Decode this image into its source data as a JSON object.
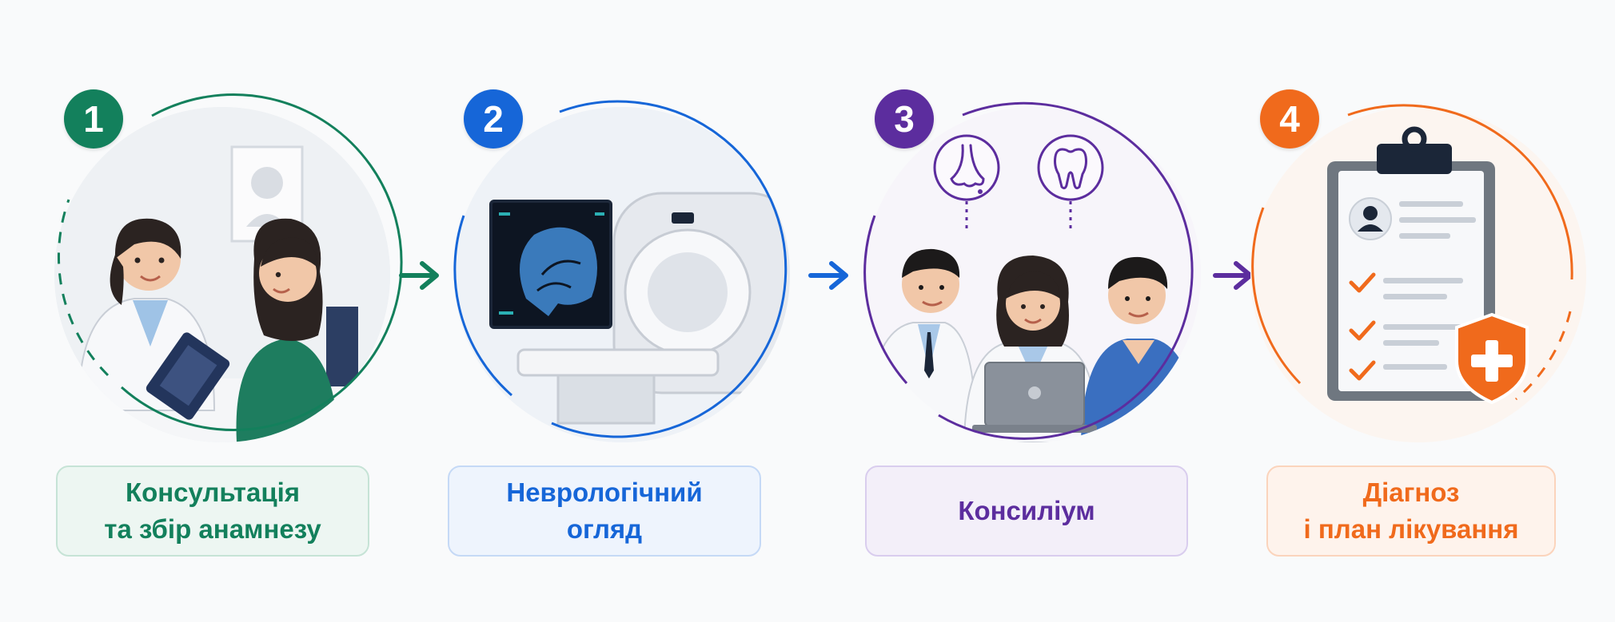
{
  "steps": [
    {
      "number": "1",
      "line1": "Консультація",
      "line2": "та збір анамнезу",
      "color": "#13805c",
      "box_bg": "#edf6f2",
      "box_border": "#c6e3d6"
    },
    {
      "number": "2",
      "line1": "Неврологічний",
      "line2": "огляд",
      "color": "#1666d8",
      "box_bg": "#eef4fd",
      "box_border": "#c5d9f6"
    },
    {
      "number": "3",
      "line1": "Консиліум",
      "line2": "",
      "color": "#5c2d9e",
      "box_bg": "#f3eff9",
      "box_border": "#d9cdee"
    },
    {
      "number": "4",
      "line1": "Діагноз",
      "line2": "і план лікування",
      "color": "#f06a1c",
      "box_bg": "#fef3ec",
      "box_border": "#fbd4bc"
    }
  ],
  "icons": {
    "step1": [
      "doctor-icon",
      "patient-icon",
      "clipboard-icon",
      "head-poster-icon"
    ],
    "step2": [
      "brain-mri-monitor-icon",
      "mri-scanner-icon"
    ],
    "step3": [
      "nose-icon",
      "tooth-icon",
      "doctor-male-icon",
      "doctor-female-icon",
      "doctor-scrubs-icon",
      "laptop-icon"
    ],
    "step4": [
      "clipboard-report-icon",
      "user-avatar-icon",
      "checkmark-icon",
      "shield-plus-icon"
    ]
  }
}
